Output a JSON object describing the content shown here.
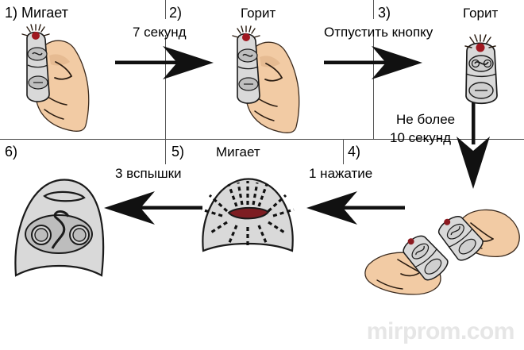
{
  "diagram": {
    "title_hidden": "Remote key fob pairing procedure",
    "watermark": "mirprom.com",
    "steps": [
      {
        "id": "step-1",
        "number": "1)",
        "state": "Мигает"
      },
      {
        "id": "step-2",
        "number": "2)",
        "state": "Горит",
        "transition": "7 секунд"
      },
      {
        "id": "step-3",
        "number": "3)",
        "state": "Горит",
        "transition": "Отпустить кнопку"
      },
      {
        "id": "step-4",
        "number": "4)",
        "state": "",
        "transition": "1 нажатие"
      },
      {
        "id": "step-5",
        "number": "5)",
        "state": "Мигает",
        "transition": "3 вспышки"
      },
      {
        "id": "step-6",
        "number": "6)",
        "state": "",
        "transition": ""
      }
    ],
    "vertical_transition": {
      "line1": "Не более",
      "line2": "10 секунд"
    },
    "colors": {
      "led_red": "#a01820",
      "skin": "#f2cba4",
      "skin_shadow": "#e0b186",
      "fob_body": "#d9d9d9",
      "fob_shade": "#bfbfbf",
      "outline": "#1a1a1a",
      "arrow": "#111111",
      "divider": "#555555",
      "watermark": "#e6e6e6"
    }
  }
}
